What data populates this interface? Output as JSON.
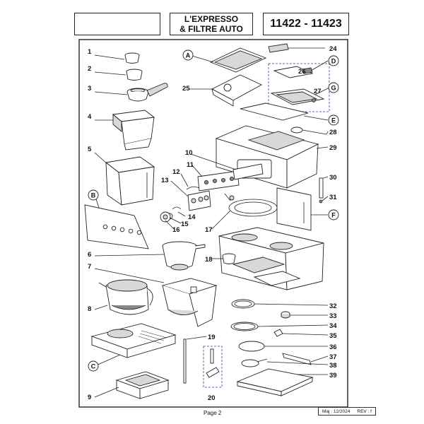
{
  "header": {
    "title_line1": "L'EXPRESSO",
    "title_line2": "& FILTRE AUTO",
    "model": "11422 - 11423"
  },
  "callouts": [
    "1",
    "2",
    "3",
    "4",
    "5",
    "6",
    "7",
    "8",
    "9",
    "10",
    "11",
    "12",
    "13",
    "14",
    "15",
    "16",
    "17",
    "18",
    "19",
    "20",
    "24",
    "25",
    "26",
    "27",
    "28",
    "29",
    "30",
    "31",
    "32",
    "33",
    "34",
    "35",
    "36",
    "37",
    "38",
    "39"
  ],
  "letters": [
    "A",
    "B",
    "C",
    "D",
    "E",
    "F",
    "G"
  ],
  "footer": {
    "page": "Page 2",
    "date": "Maj : 12/2024",
    "rev": "REV : f"
  }
}
